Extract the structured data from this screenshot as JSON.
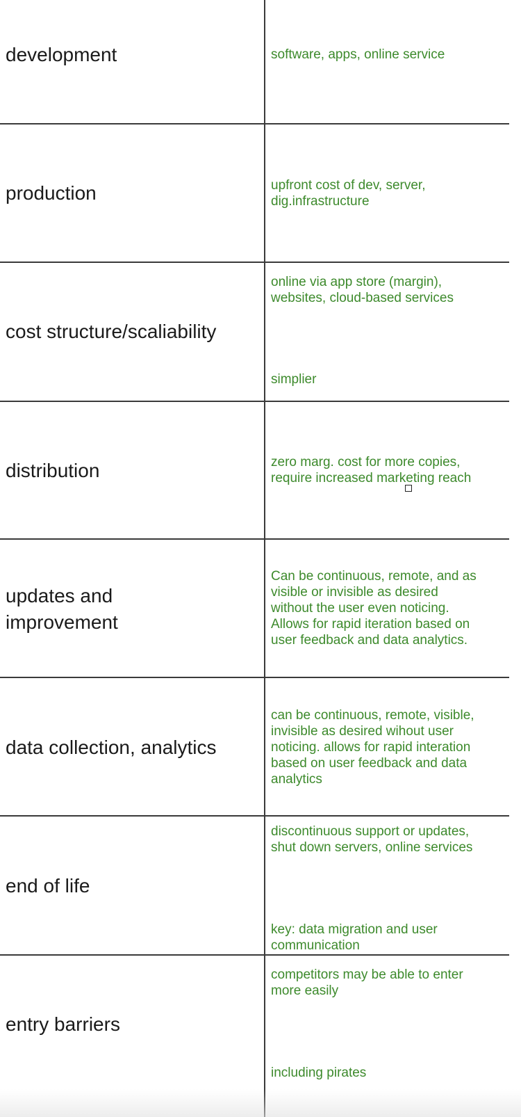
{
  "rows": [
    {
      "label": "development",
      "notes": [
        "software, apps, online service"
      ]
    },
    {
      "label": "production",
      "notes": [
        "upfront cost of dev, server,\ndig.infrastructure"
      ]
    },
    {
      "label": "cost structure/scaliability",
      "notes": [
        "online via app store (margin),\nwebsites, cloud-based services",
        "simplier"
      ]
    },
    {
      "label": "distribution",
      "notes": [
        "zero marg. cost for more copies,\nrequire increased marketing reach"
      ]
    },
    {
      "label": "updates and\nimprovement",
      "notes": [
        "Can be continuous, remote, and as\nvisible or invisible as desired\nwithout the user even noticing.\nAllows for rapid iteration based on\nuser feedback and data analytics."
      ]
    },
    {
      "label": "data collection, analytics",
      "notes": [
        "can be continuous, remote, visible,\ninvisible as desired wihout user\nnoticing. allows for rapid interation\nbased on user feedback and data\nanalytics"
      ]
    },
    {
      "label": "end of life",
      "notes": [
        "discontinuous support or updates,\nshut down servers, online services",
        "key: data migration and user\ncommunication"
      ]
    },
    {
      "label": "entry barriers",
      "notes": [
        "competitors may be able to enter\nmore easily",
        "including pirates"
      ]
    }
  ],
  "colors": {
    "label_text": "#1a1a1a",
    "note_text": "#3d8a2c",
    "grid_line": "#3a3a3a"
  }
}
